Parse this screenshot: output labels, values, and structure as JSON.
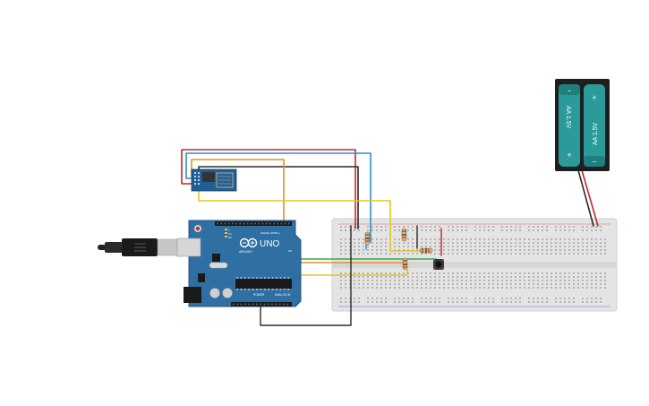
{
  "arduino": {
    "brand": "ARDUINO",
    "model": "UNO",
    "digital_label": "DIGITAL (PWM~)",
    "power_label": "POWER",
    "analog_label": "ANALOG IN",
    "on_label": "ON",
    "tx_label": "TX",
    "rx_label": "RX",
    "l_label": "L"
  },
  "battery_pack": {
    "cell_left_label": "AA 1.5V",
    "cell_right_label": "AA 1.5V",
    "plus_symbol": "+",
    "minus_symbol": "−"
  },
  "colors": {
    "arduino_blue": "#2f6fa3",
    "breadboard": "#e4e4e4",
    "wire_red": "#c0282d",
    "wire_blue": "#2f8ec9",
    "wire_black": "#2a2a2a",
    "wire_orange": "#e3921e",
    "wire_yellow": "#e8c51c",
    "wire_green": "#3aa64a",
    "battery_teal": "#2a9b9a"
  }
}
